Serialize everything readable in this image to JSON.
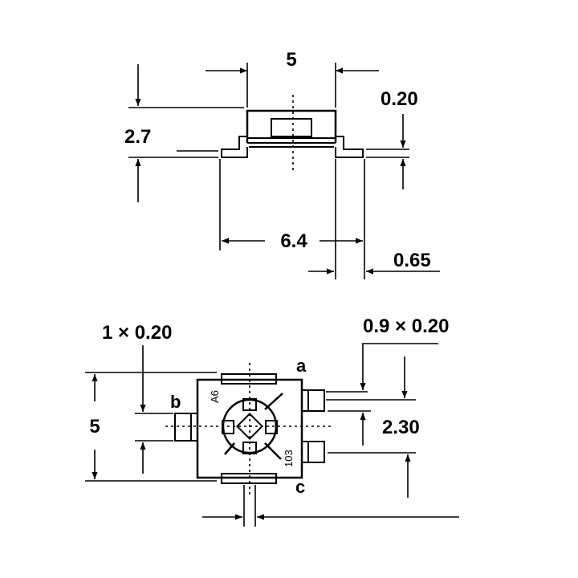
{
  "side_view": {
    "width_top": "5",
    "height": "2.7",
    "lead_thickness": "0.20",
    "width_overall": "6.4",
    "lead_width": "0.65"
  },
  "top_view": {
    "pad_b_size": "1 × 0.20",
    "pad_ac_size": "0.9 × 0.20",
    "body_size": "5",
    "pin_pitch": "2.30",
    "pin_a": "a",
    "pin_b": "b",
    "pin_c": "c",
    "marking_code": "A6",
    "marking_value": "103"
  },
  "colors": {
    "line": "#000000",
    "background": "#ffffff"
  }
}
